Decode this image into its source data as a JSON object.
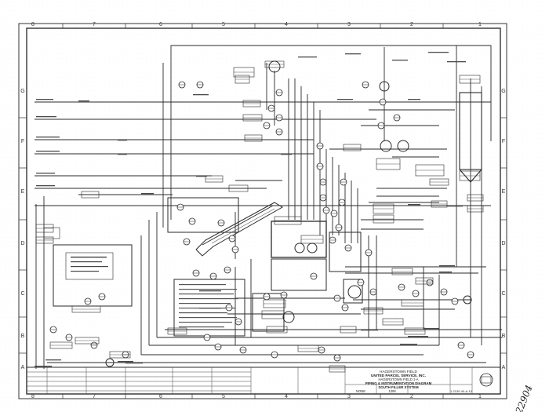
{
  "grid": {
    "top_cols": [
      "8",
      "7",
      "6",
      "5",
      "4",
      "3",
      "2",
      "1"
    ],
    "bottom_cols": [
      "8",
      "7",
      "6",
      "5",
      "4",
      "3",
      "2",
      "1"
    ],
    "rows": [
      "G",
      "F",
      "E",
      "D",
      "C",
      "B",
      "A"
    ]
  },
  "title_block": {
    "company_line1": "HAGERSTOWN FIELD",
    "company_line2": "UNITED PARCEL SERVICE, INC.",
    "project_line": "HAGERSTOWN FIELD 1-A",
    "drawing_title_1": "PIPING & INSTRUMENTATION DIAGRAM",
    "drawing_title_2": "SOUTH FILLER SYSTEM",
    "drawing_number": "1-2130-40-A-10",
    "scale_label": "NONE",
    "size_label": "1306"
  },
  "handwritten_note": "#22904"
}
